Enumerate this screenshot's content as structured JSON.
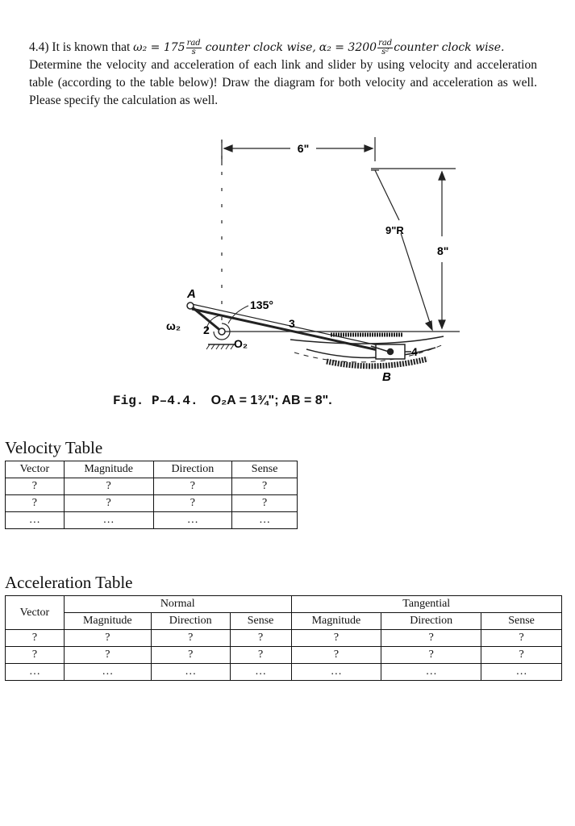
{
  "problem": {
    "number": "4.4)",
    "known_text": "It is known that",
    "omega_sym": "ω₂ = 175",
    "unit1_num": "rad",
    "unit1_den": "s",
    "sense1": "counter clock wise,",
    "alpha_sym": "α₂ = 3200",
    "unit2_num": "rad",
    "unit2_den": "s²",
    "sense2": "counter clock wise.",
    "body": "Determine the velocity and acceleration of each link and slider by using velocity and acceleration table (according to the table below)! Draw the diagram for both velocity and acceleration as well. Please specify the calculation as well."
  },
  "figure": {
    "dim_6": "6\"",
    "dim_8": "8\"",
    "radius": "9\"R",
    "angle": "135°",
    "label_A": "A",
    "label_B": "B",
    "label_O2": "O₂",
    "label_w2": "ω₂",
    "link2": "2",
    "link3": "3",
    "link4": "4",
    "caption_fig": "Fig. P–4.4.",
    "caption_text": "O₂A = 1¾\"; AB = 8\"."
  },
  "velocity_table": {
    "title": "Velocity Table",
    "headers": [
      "Vector",
      "Magnitude",
      "Direction",
      "Sense"
    ],
    "rows": [
      [
        "?",
        "?",
        "?",
        "?"
      ],
      [
        "?",
        "?",
        "?",
        "?"
      ],
      [
        "…",
        "…",
        "…",
        "…"
      ]
    ]
  },
  "acceleration_table": {
    "title": "Acceleration Table",
    "vector_header": "Vector",
    "normal_header": "Normal",
    "tangential_header": "Tangential",
    "sub_headers": [
      "Magnitude",
      "Direction",
      "Sense",
      "Magnitude",
      "Direction",
      "Sense"
    ],
    "rows": [
      [
        "?",
        "?",
        "?",
        "?",
        "?",
        "?",
        "?"
      ],
      [
        "?",
        "?",
        "?",
        "?",
        "?",
        "?",
        "?"
      ],
      [
        "…",
        "…",
        "…",
        "…",
        "…",
        "…",
        "…"
      ]
    ]
  }
}
